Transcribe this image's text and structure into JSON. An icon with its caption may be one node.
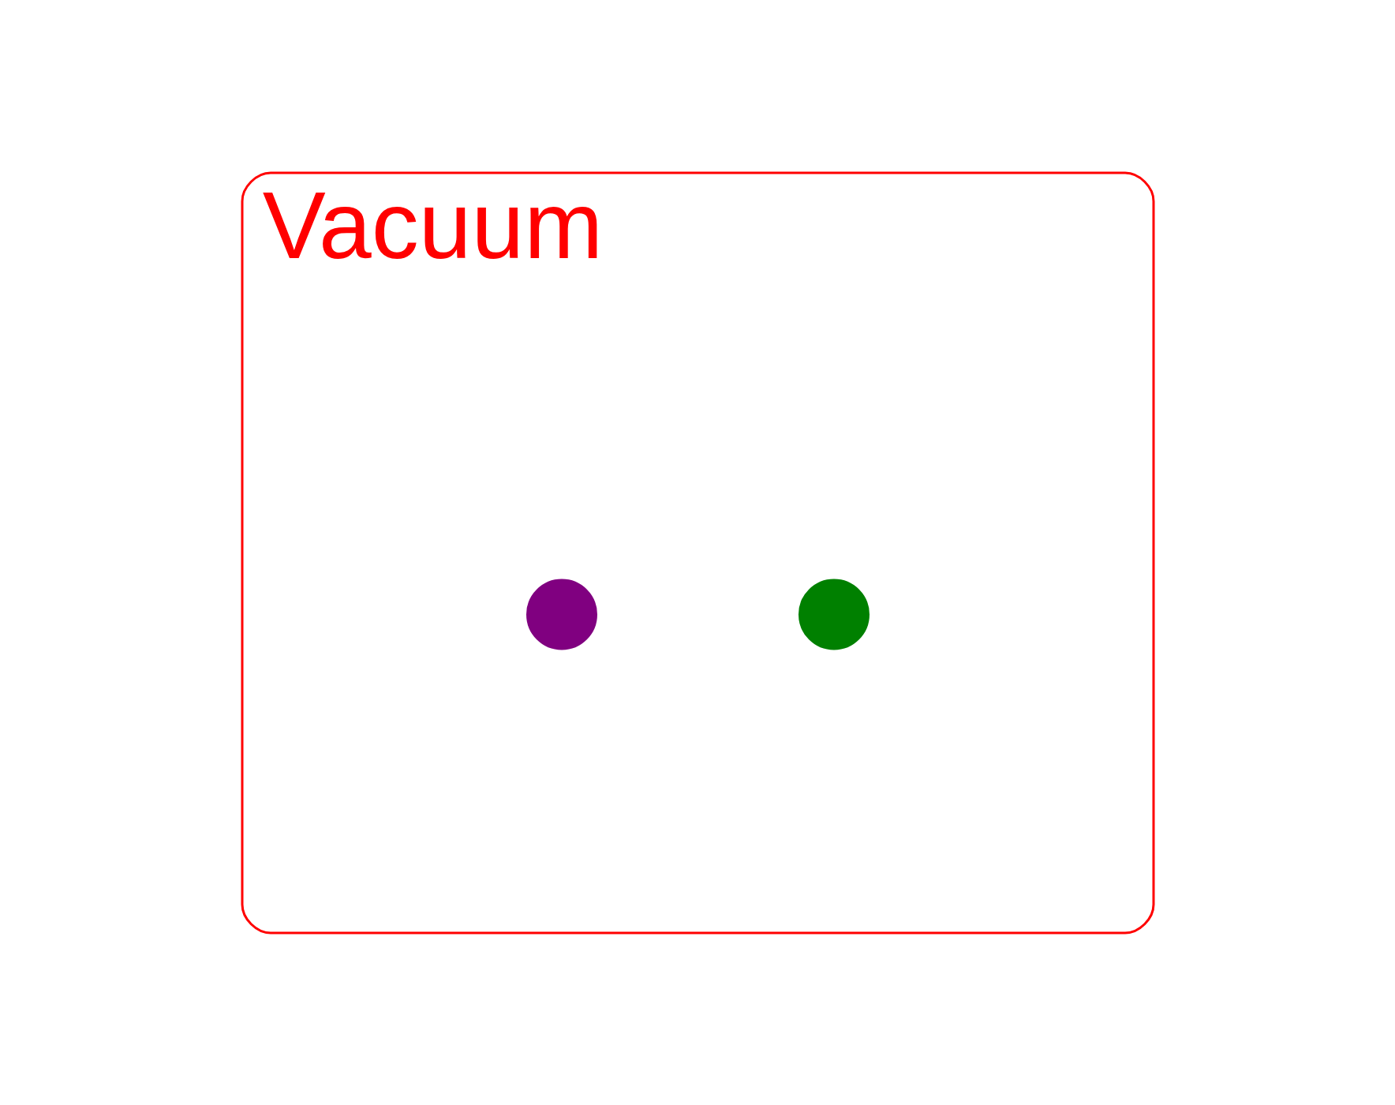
{
  "diagram": {
    "nodes": [
      {
        "text": [
          "Vacuum"
        ]
      },
      {
        "text": [],
        "shape": "circle",
        "in": 0
      },
      {
        "text": [],
        "shape": "circle",
        "in": 0
      }
    ]
  }
}
